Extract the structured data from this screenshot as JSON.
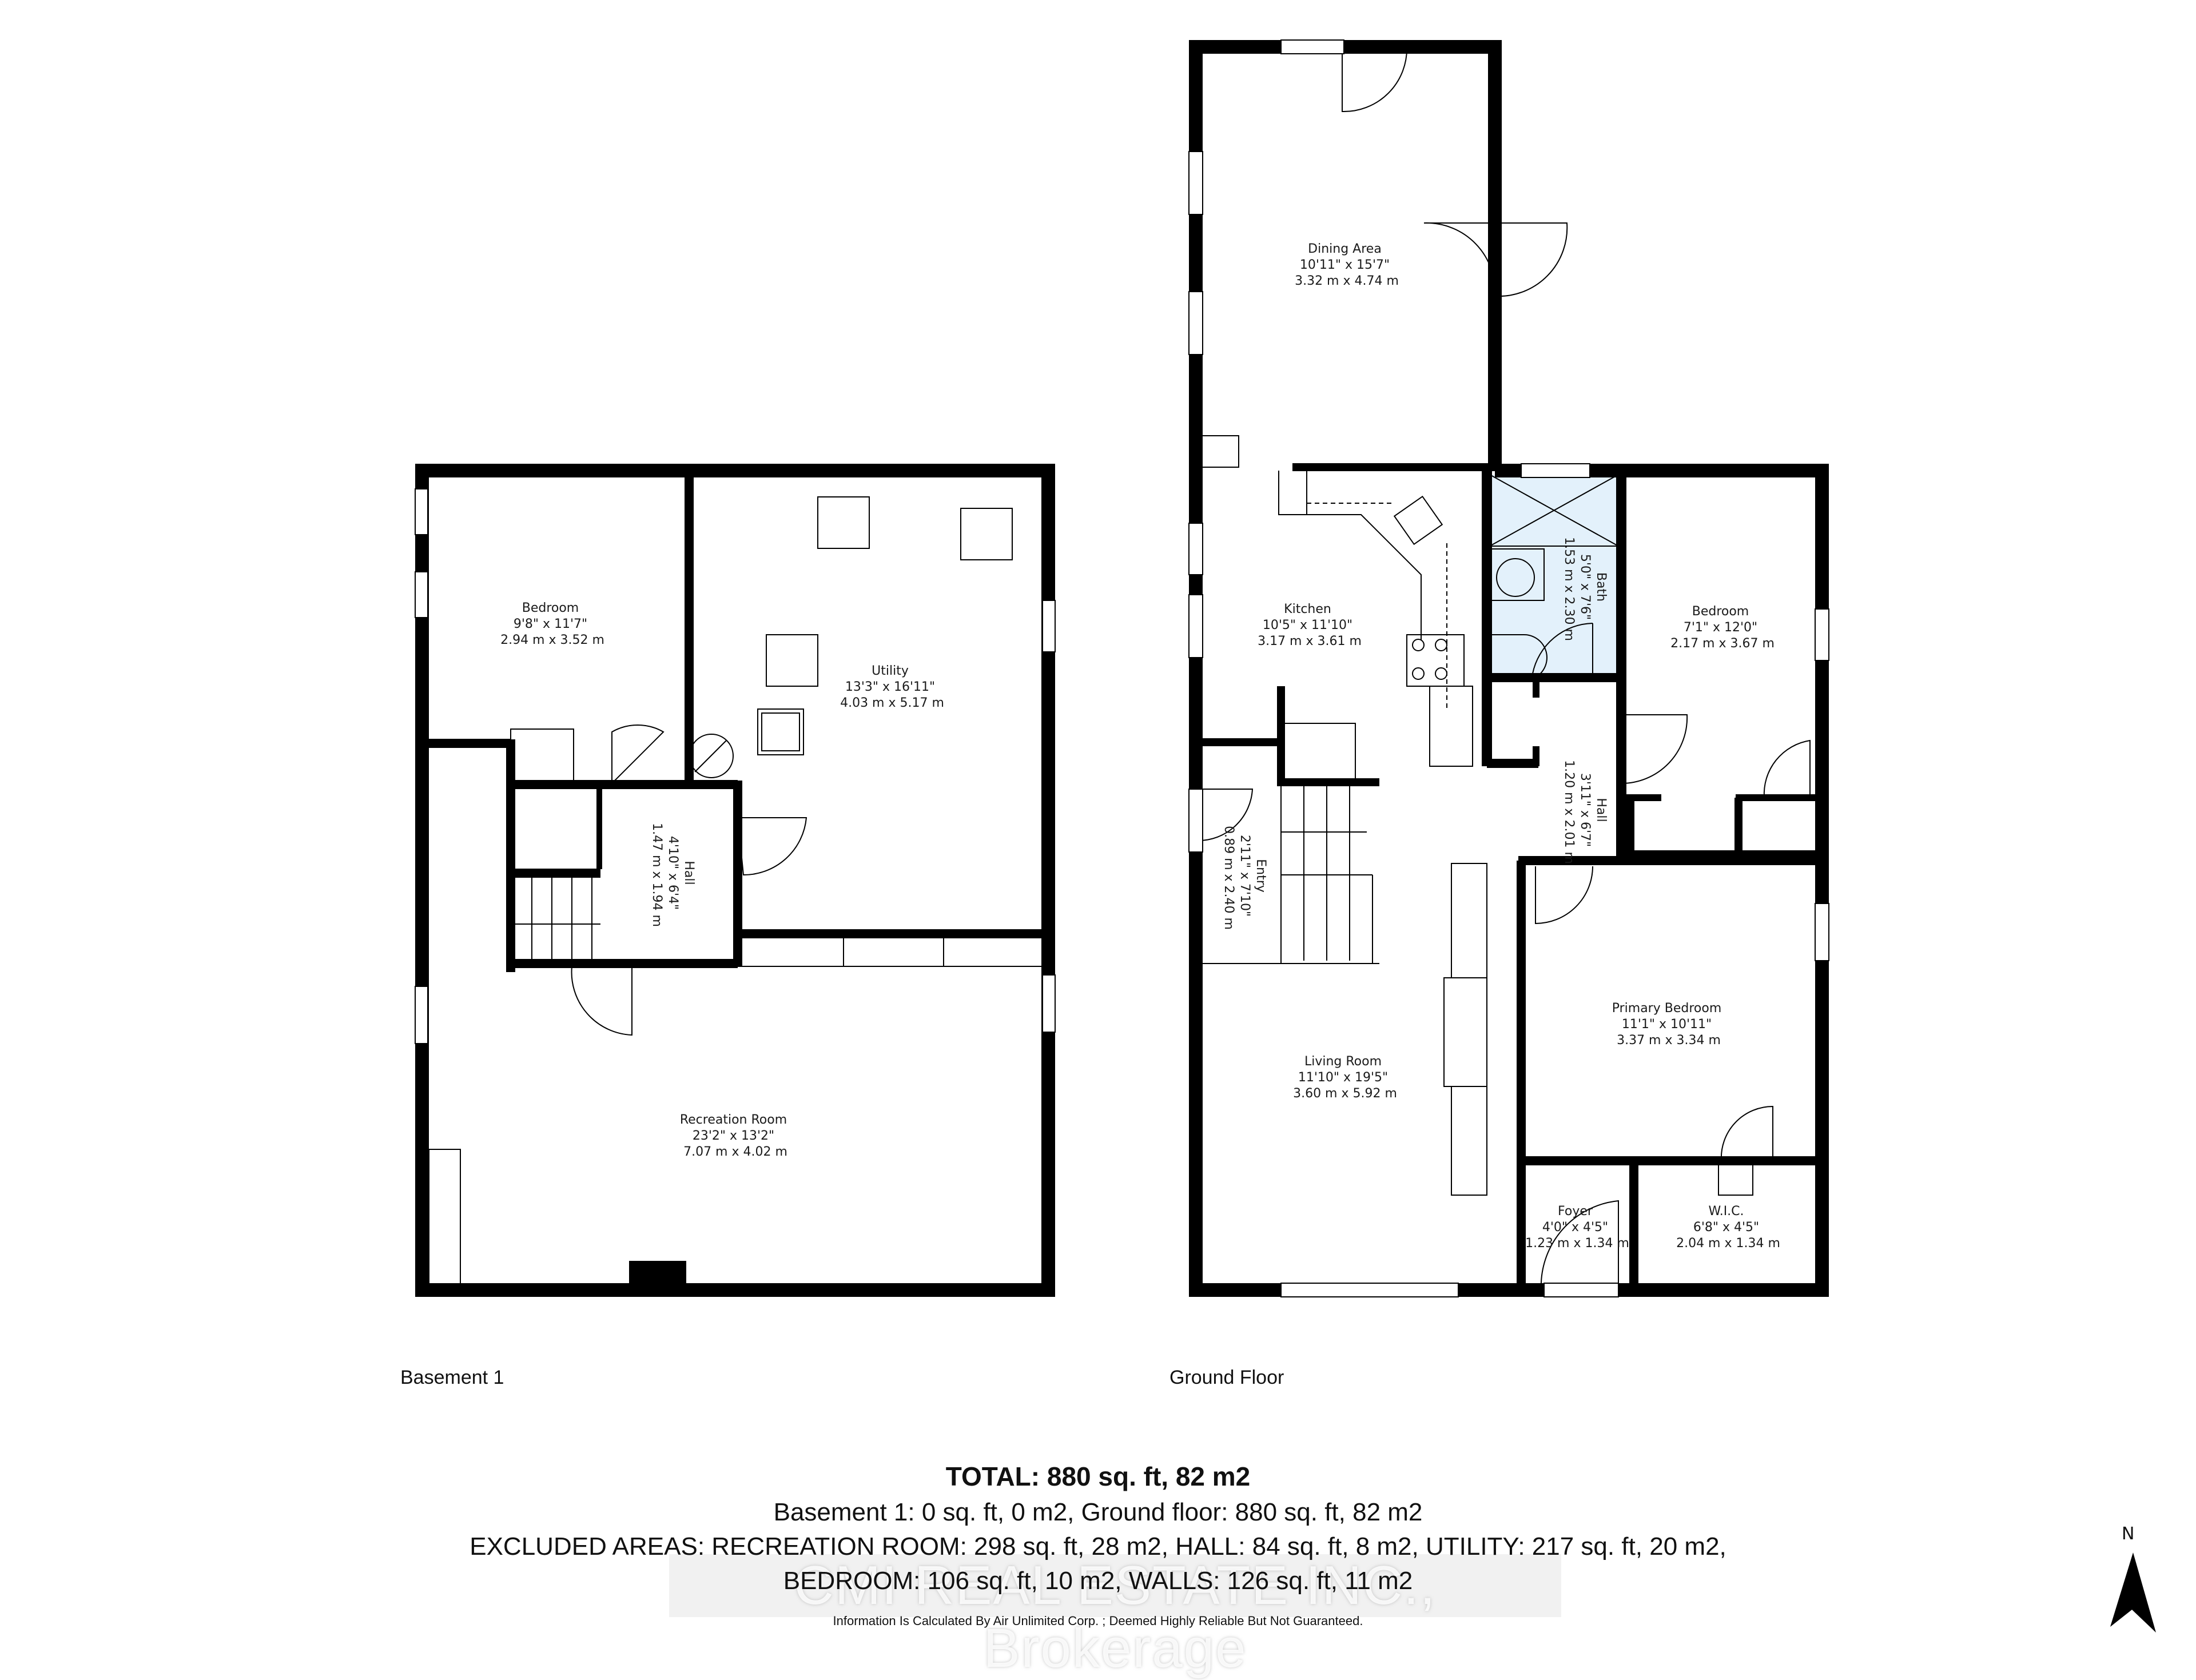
{
  "colors": {
    "wall": "#000000",
    "bath_fill": "#e3f1fb",
    "background": "#ffffff"
  },
  "floors": {
    "basement": {
      "label": "Basement 1",
      "rooms": [
        {
          "name": "Bedroom",
          "imperial": "9'8\" x 11'7\"",
          "metric": "2.94 m x 3.52 m"
        },
        {
          "name": "Utility",
          "imperial": "13'3\" x 16'11\"",
          "metric": "4.03 m x 5.17 m"
        },
        {
          "name": "Hall",
          "imperial": "4'10\" x 6'4\"",
          "metric": "1.47 m x 1.94 m"
        },
        {
          "name": "Recreation Room",
          "imperial": "23'2\" x 13'2\"",
          "metric": "7.07 m x 4.02 m"
        }
      ]
    },
    "ground": {
      "label": "Ground Floor",
      "rooms": [
        {
          "name": "Dining Area",
          "imperial": "10'11\" x 15'7\"",
          "metric": "3.32 m x 4.74 m"
        },
        {
          "name": "Kitchen",
          "imperial": "10'5\" x 11'10\"",
          "metric": "3.17 m x 3.61 m"
        },
        {
          "name": "Bath",
          "imperial": "5'0\" x 7'6\"",
          "metric": "1.53 m x 2.30 m"
        },
        {
          "name": "Bedroom",
          "imperial": "7'1\" x 12'0\"",
          "metric": "2.17 m x 3.67 m"
        },
        {
          "name": "Hall",
          "imperial": "3'11\" x 6'7\"",
          "metric": "1.20 m x 2.01 m"
        },
        {
          "name": "Entry",
          "imperial": "2'11\" x 7'10\"",
          "metric": "0.89 m x 2.40 m"
        },
        {
          "name": "Living Room",
          "imperial": "11'10\" x 19'5\"",
          "metric": "3.60 m x 5.92 m"
        },
        {
          "name": "Primary Bedroom",
          "imperial": "11'1\" x 10'11\"",
          "metric": "3.37 m x 3.34 m"
        },
        {
          "name": "Foyer",
          "imperial": "4'0\" x 4'5\"",
          "metric": "1.23 m x 1.34 m"
        },
        {
          "name": "W.I.C.",
          "imperial": "6'8\" x 4'5\"",
          "metric": "2.04 m x 1.34 m"
        }
      ]
    }
  },
  "summary": {
    "total": "TOTAL: 880 sq. ft, 82 m2",
    "floors": "Basement 1: 0 sq. ft, 0 m2, Ground floor: 880 sq. ft, 82 m2",
    "excluded_line1": "EXCLUDED AREAS: RECREATION ROOM: 298 sq. ft, 28 m2, HALL: 84 sq. ft, 8 m2, UTILITY: 217 sq. ft, 20 m2,",
    "excluded_line2": "BEDROOM: 106 sq. ft, 10 m2, WALLS: 126 sq. ft, 11 m2",
    "disclaimer": "Information Is Calculated By Air Unlimited Corp. ; Deemed Highly Reliable But Not Guaranteed."
  },
  "watermark": "CMI REAL ESTATE INC., Brokerage",
  "compass": {
    "label": "N"
  }
}
